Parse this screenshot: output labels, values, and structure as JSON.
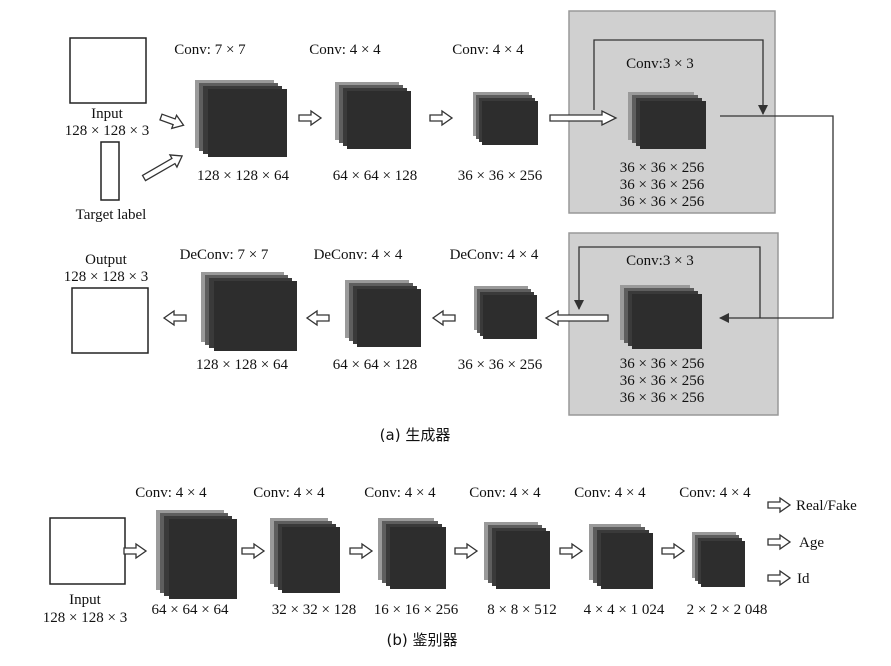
{
  "generator": {
    "caption": "(a) 生成器",
    "input": {
      "label": "Input",
      "size": "128 × 128 × 3"
    },
    "target_label": "Target label",
    "encoder": [
      {
        "op": "Conv: 7 × 7",
        "size": "128 × 128 × 64"
      },
      {
        "op": "Conv: 4 × 4",
        "size": "64 × 64 × 128"
      },
      {
        "op": "Conv: 4 × 4",
        "size": "36 × 36 × 256"
      }
    ],
    "residual_blocks": [
      {
        "op": "Conv:3 × 3",
        "sizes": [
          "36 × 36 × 256",
          "36 × 36 × 256",
          "36 × 36 × 256"
        ]
      },
      {
        "op": "Conv:3 × 3",
        "sizes": [
          "36 × 36 × 256",
          "36 × 36 × 256",
          "36 × 36 × 256"
        ]
      }
    ],
    "decoder": [
      {
        "op": "DeConv: 7 × 7",
        "size": "128 × 128 × 64"
      },
      {
        "op": "DeConv: 4 × 4",
        "size": "64 × 64 × 128"
      },
      {
        "op": "DeConv: 4 × 4",
        "size": "36 × 36 × 256"
      }
    ],
    "output": {
      "label": "Output",
      "size": "128 × 128 × 3"
    }
  },
  "discriminator": {
    "caption": "(b) 鉴别器",
    "input": {
      "label": "Input",
      "size": "128 × 128 × 3"
    },
    "layers": [
      {
        "op": "Conv: 4 × 4",
        "size": "64 × 64 × 64"
      },
      {
        "op": "Conv: 4 × 4",
        "size": "32 × 32 × 128"
      },
      {
        "op": "Conv: 4 × 4",
        "size": "16 × 16 × 256"
      },
      {
        "op": "Conv: 4 × 4",
        "size": "8 × 8 × 512"
      },
      {
        "op": "Conv: 4 × 4",
        "size": "4 × 4 × 1 024"
      },
      {
        "op": "Conv: 4 × 4",
        "size": "2 × 2 × 2 048"
      }
    ],
    "outputs": [
      "Real/Fake",
      "Age",
      "Id"
    ]
  }
}
